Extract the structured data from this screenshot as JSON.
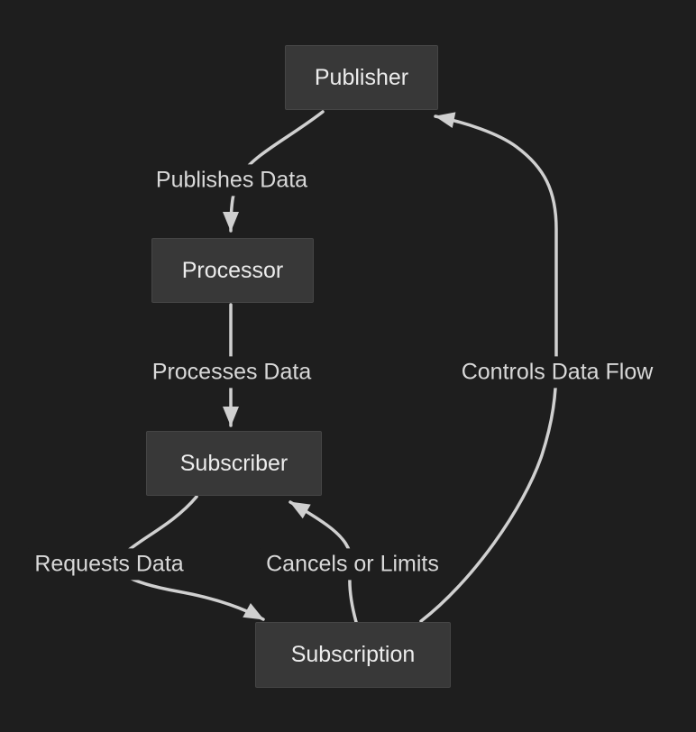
{
  "diagram": {
    "type": "flowchart",
    "direction": "top-to-bottom",
    "colors": {
      "background": "#1e1e1e",
      "node_fill": "#383838",
      "node_border": "#454545",
      "node_text": "#ececec",
      "edge_stroke": "#d0d0d0",
      "edge_label_text": "#d9d9d9"
    },
    "nodes": [
      {
        "id": "publisher",
        "label": "Publisher"
      },
      {
        "id": "processor",
        "label": "Processor"
      },
      {
        "id": "subscriber",
        "label": "Subscriber"
      },
      {
        "id": "subscription",
        "label": "Subscription"
      }
    ],
    "edges": [
      {
        "from": "publisher",
        "to": "processor",
        "label": "Publishes Data"
      },
      {
        "from": "processor",
        "to": "subscriber",
        "label": "Processes Data"
      },
      {
        "from": "subscriber",
        "to": "subscription",
        "label": "Requests Data"
      },
      {
        "from": "subscription",
        "to": "subscriber",
        "label": "Cancels or Limits"
      },
      {
        "from": "subscription",
        "to": "publisher",
        "label": "Controls Data Flow"
      }
    ]
  }
}
